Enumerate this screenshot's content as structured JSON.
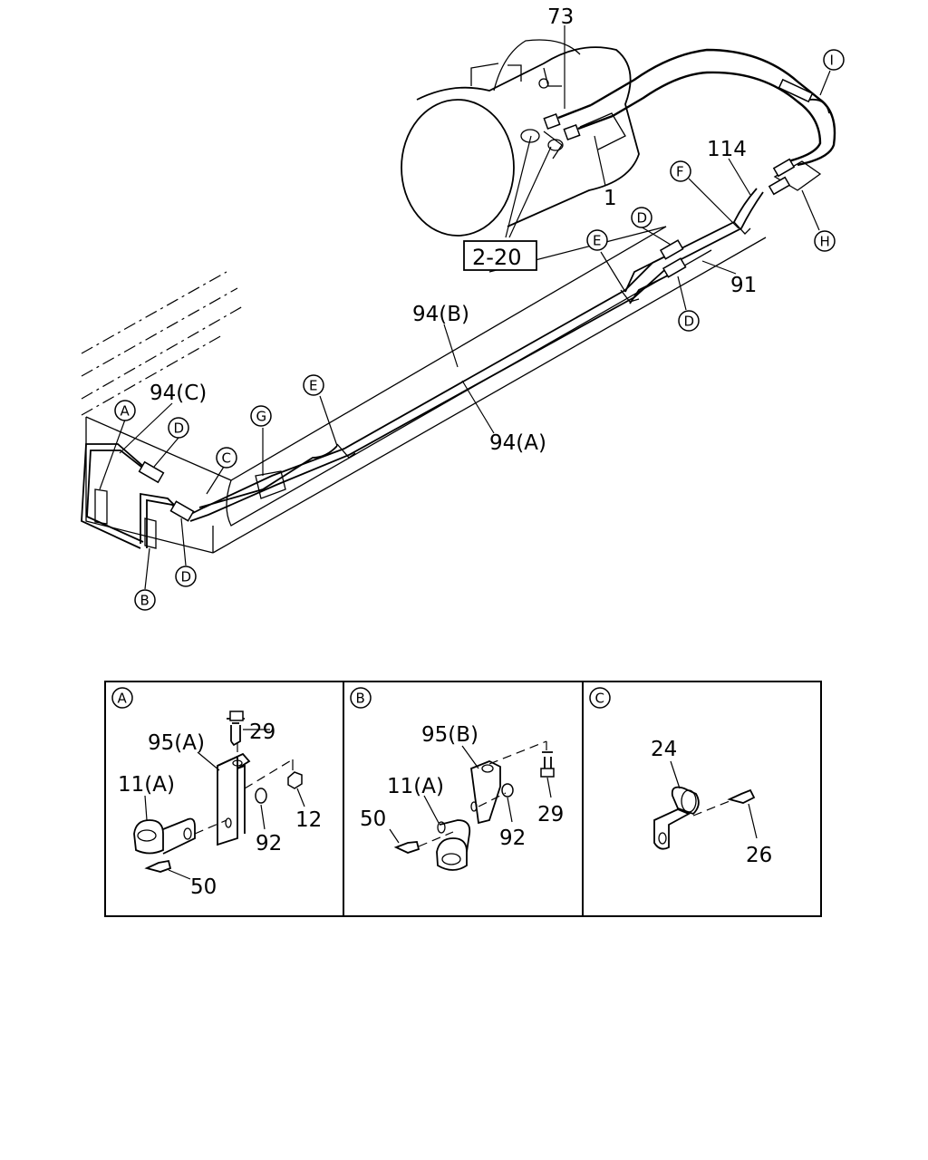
{
  "labels": {
    "p73": "73",
    "p1": "1",
    "ref": "2-20",
    "p114": "114",
    "p91": "91",
    "p94b": "94(B)",
    "p94a": "94(A)",
    "p94c": "94(C)"
  },
  "callouts": {
    "I": "I",
    "H": "H",
    "F": "F",
    "D1": "D",
    "D2": "D",
    "D3": "D",
    "D4": "D",
    "E1": "E",
    "E2": "E",
    "G": "G",
    "C": "C",
    "A": "A",
    "B": "B"
  },
  "panels": [
    {
      "letter": "A",
      "labels": {
        "p29": "29",
        "p95": "95(A)",
        "p11": "11(A)",
        "p12": "12",
        "p92": "92",
        "p50": "50"
      }
    },
    {
      "letter": "B",
      "labels": {
        "p95": "95(B)",
        "p11": "11(A)",
        "p29": "29",
        "p50": "50",
        "p92": "92"
      }
    },
    {
      "letter": "C",
      "labels": {
        "p24": "24",
        "p26": "26"
      }
    }
  ]
}
